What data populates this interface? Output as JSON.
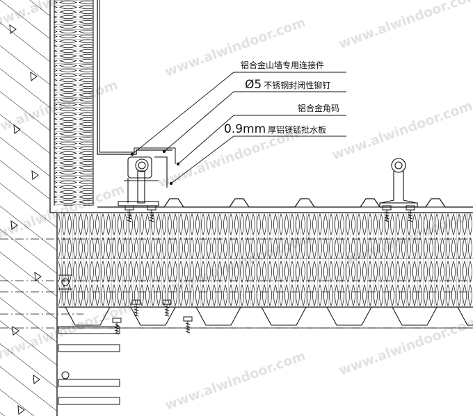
{
  "drawing": {
    "title": "",
    "watermark": "www.alwindoor.com",
    "colors": {
      "line": "#111111",
      "watermark": "#e2e2e2",
      "background": "#ffffff"
    }
  },
  "callouts": [
    {
      "id": "connector",
      "label": "铝合金山墙专用连接件"
    },
    {
      "id": "rivet",
      "prefix": "Ø5",
      "label": "不锈钢封闭性铆钉"
    },
    {
      "id": "angle",
      "label": "铝合金角码"
    },
    {
      "id": "flashing",
      "prefix": "0.9mm",
      "label": "厚铝镁锰批水板"
    }
  ]
}
